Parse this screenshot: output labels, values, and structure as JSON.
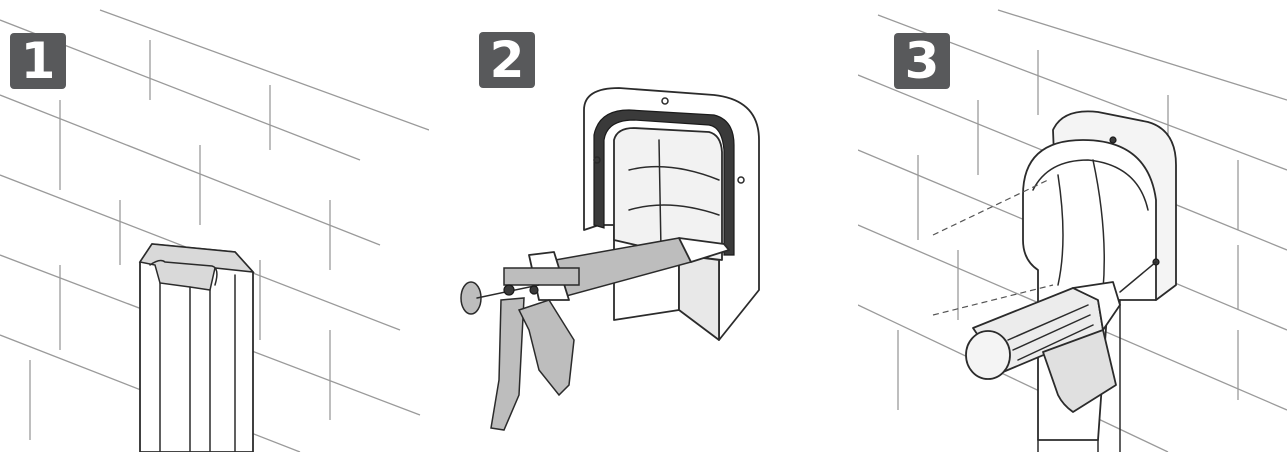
{
  "steps": [
    {
      "number": "1"
    },
    {
      "number": "2"
    },
    {
      "number": "3"
    }
  ],
  "colors": {
    "badge_bg": "#58595b",
    "badge_text": "#ffffff",
    "brick_line": "#9a9a9a",
    "ink": "#2b2b2b"
  }
}
